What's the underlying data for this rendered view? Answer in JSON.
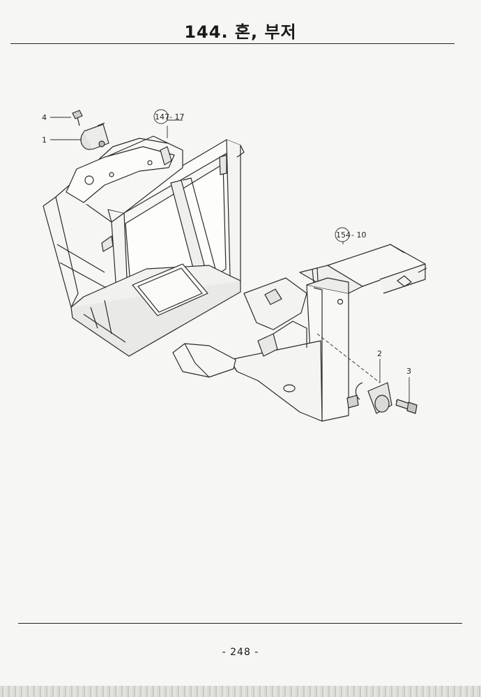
{
  "page": {
    "title": "144. 혼, 부저",
    "page_number": "- 248 -"
  },
  "callouts": {
    "c4": "4",
    "c1": "1",
    "ref147": "147",
    "ref147_suffix": "- 17",
    "ref154": "154",
    "ref154_suffix": "- 10",
    "c2": "2",
    "c3": "3"
  }
}
